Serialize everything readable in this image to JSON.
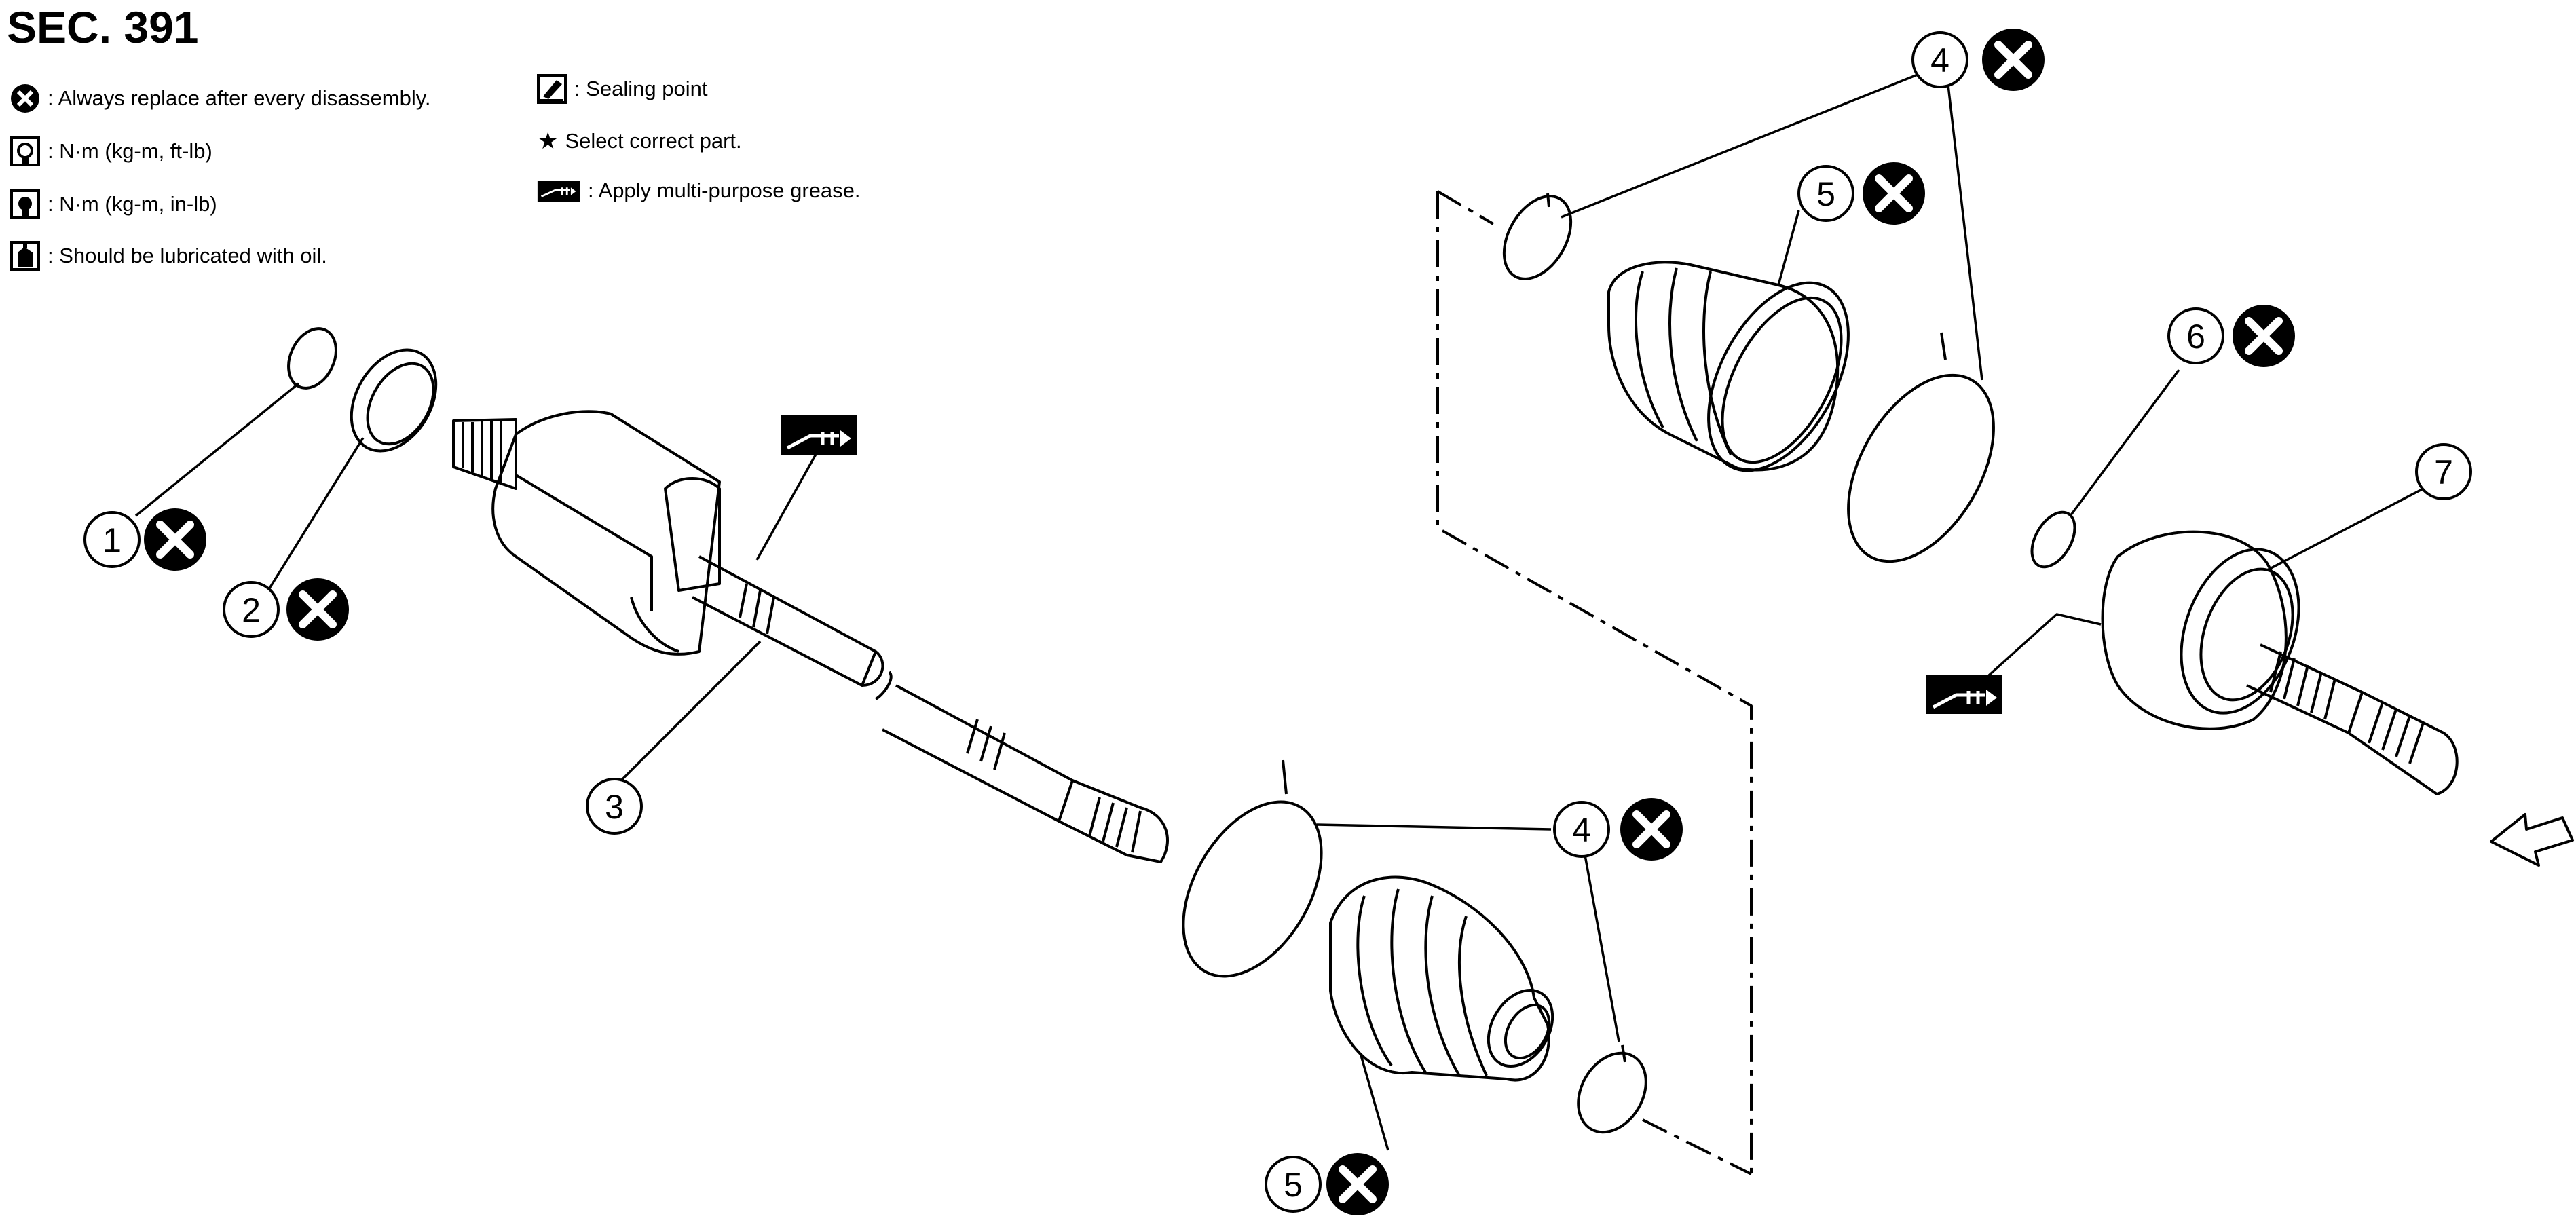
{
  "title": "SEC. 391",
  "legend": [
    {
      "icon": "replace-x-icon",
      "text": ": Always replace after every disassembly."
    },
    {
      "icon": "torque-wrench-icon",
      "text": ": N·m (kg-m, ft-lb)"
    },
    {
      "icon": "torque-wrench-small-icon",
      "text": ": N·m (kg-m, in-lb)"
    },
    {
      "icon": "oil-can-icon",
      "text": ": Should be lubricated with oil."
    },
    {
      "icon": "sealing-point-icon",
      "text": ": Sealing point"
    },
    {
      "icon": "star-icon",
      "text": "Select correct part."
    },
    {
      "icon": "grease-gun-icon",
      "text": ": Apply multi-purpose grease."
    }
  ],
  "callouts": [
    "1",
    "2",
    "3",
    "4",
    "5",
    "6",
    "7",
    "4",
    "5"
  ],
  "colors": {
    "ink": "#000000",
    "paper": "#ffffff"
  }
}
